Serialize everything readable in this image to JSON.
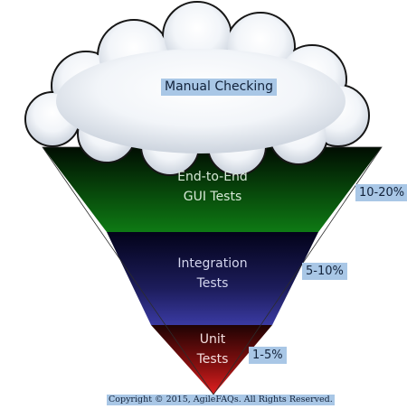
{
  "cloud": {
    "label": "Manual Checking"
  },
  "tiers": [
    {
      "label": "End-to-End\nGUI Tests",
      "percentage": "10-20%"
    },
    {
      "label": "Integration\nTests",
      "percentage": "5-10%"
    },
    {
      "label": "Unit\nTests",
      "percentage": "1-5%"
    }
  ],
  "copyright": "Copyright © 2015, AgileFAQs. All Rights Reserved.",
  "colors": {
    "gui_tier": "#0c6b10",
    "integration_tier": "#2f2f8c",
    "unit_tier": "#b51818",
    "label_highlight": "#a9c7e6"
  }
}
